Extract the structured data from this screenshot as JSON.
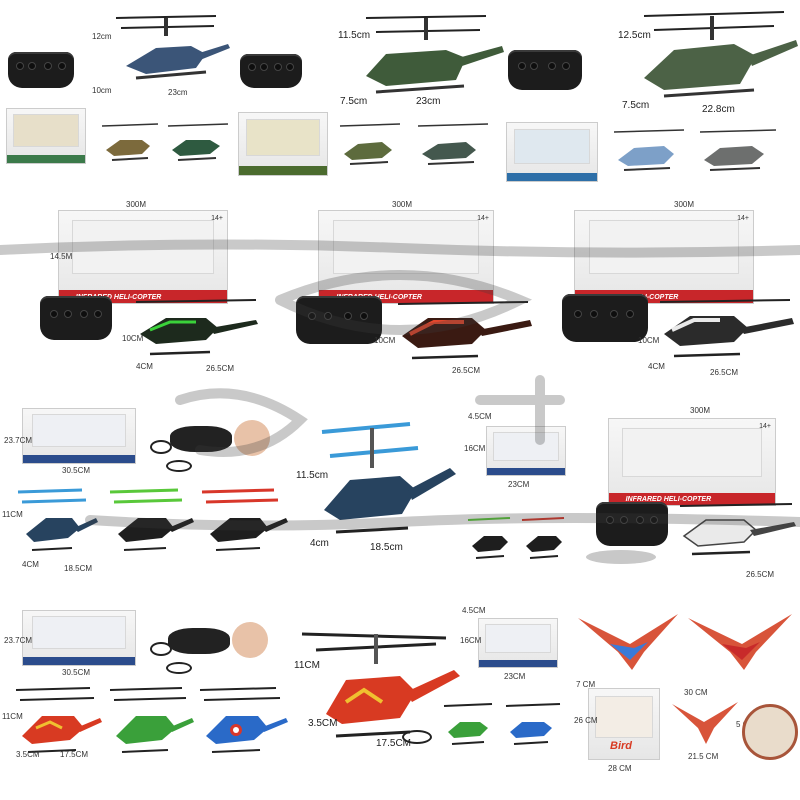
{
  "panels": {
    "p1": {
      "height": "12cm",
      "depth": "10cm",
      "length": "23cm"
    },
    "p2": {
      "height": "11.5cm",
      "depth": "7.5cm",
      "length": "23cm"
    },
    "p3": {
      "height": "12.5cm",
      "depth": "7.5cm",
      "length": "22.8cm"
    },
    "p4": {
      "box_width": "300M",
      "box_height": "14.5M",
      "product_name": "INFRARED HELI-COPTER",
      "age": "14+",
      "side_height": "10CM",
      "side_depth": "4CM",
      "side_length": "26.5CM"
    },
    "p5": {
      "box_width": "300M",
      "product_name": "INFRARED HELI-COPTER",
      "age": "14+",
      "side_height": "10CM",
      "side_length": "26.5CM"
    },
    "p6": {
      "box_width": "300M",
      "product_name": "INFRARED HELI-COPTER",
      "age": "14+",
      "side_height": "10CM",
      "side_depth": "4CM",
      "side_length": "26.5CM"
    },
    "p7": {
      "box_width": "30.5CM",
      "box_height": "23.7CM",
      "heli_height": "11CM",
      "heli_depth": "4CM",
      "heli_length": "18.5CM"
    },
    "p8": {
      "height": "11.5cm",
      "depth": "4cm",
      "length": "18.5cm"
    },
    "p9": {
      "box_depth": "4.5CM",
      "box_height": "16CM",
      "box_width": "23CM"
    },
    "p10": {
      "box_width": "300M",
      "product_name": "INFRARED HELI-COPTER",
      "age": "14+",
      "side_length": "26.5CM"
    },
    "p11": {
      "box_width": "30.5CM",
      "box_height": "23.7CM",
      "heli_height": "11CM",
      "heli_depth": "3.5CM",
      "heli_length": "17.5CM"
    },
    "p12": {
      "height": "11CM",
      "depth": "3.5CM",
      "length": "17.5CM",
      "box_depth": "4.5CM",
      "box_height": "16CM",
      "box_width": "23CM"
    },
    "p13": {
      "box_name": "Bird",
      "box_width": "28 CM",
      "box_depth": "7 CM",
      "box_height": "26 CM",
      "wing_span": "30 CM",
      "body_length": "21.5 CM",
      "body_height": "5 CM"
    }
  },
  "colors": {
    "army_green": "#3f5b3a",
    "navy_blue": "#3b5578",
    "dark_olive": "#5d6b3d",
    "infrared_red": "#c8262a",
    "neon_green": "#3ad23a",
    "blue_accent": "#2a8ed8",
    "orange_red": "#e2472d"
  }
}
